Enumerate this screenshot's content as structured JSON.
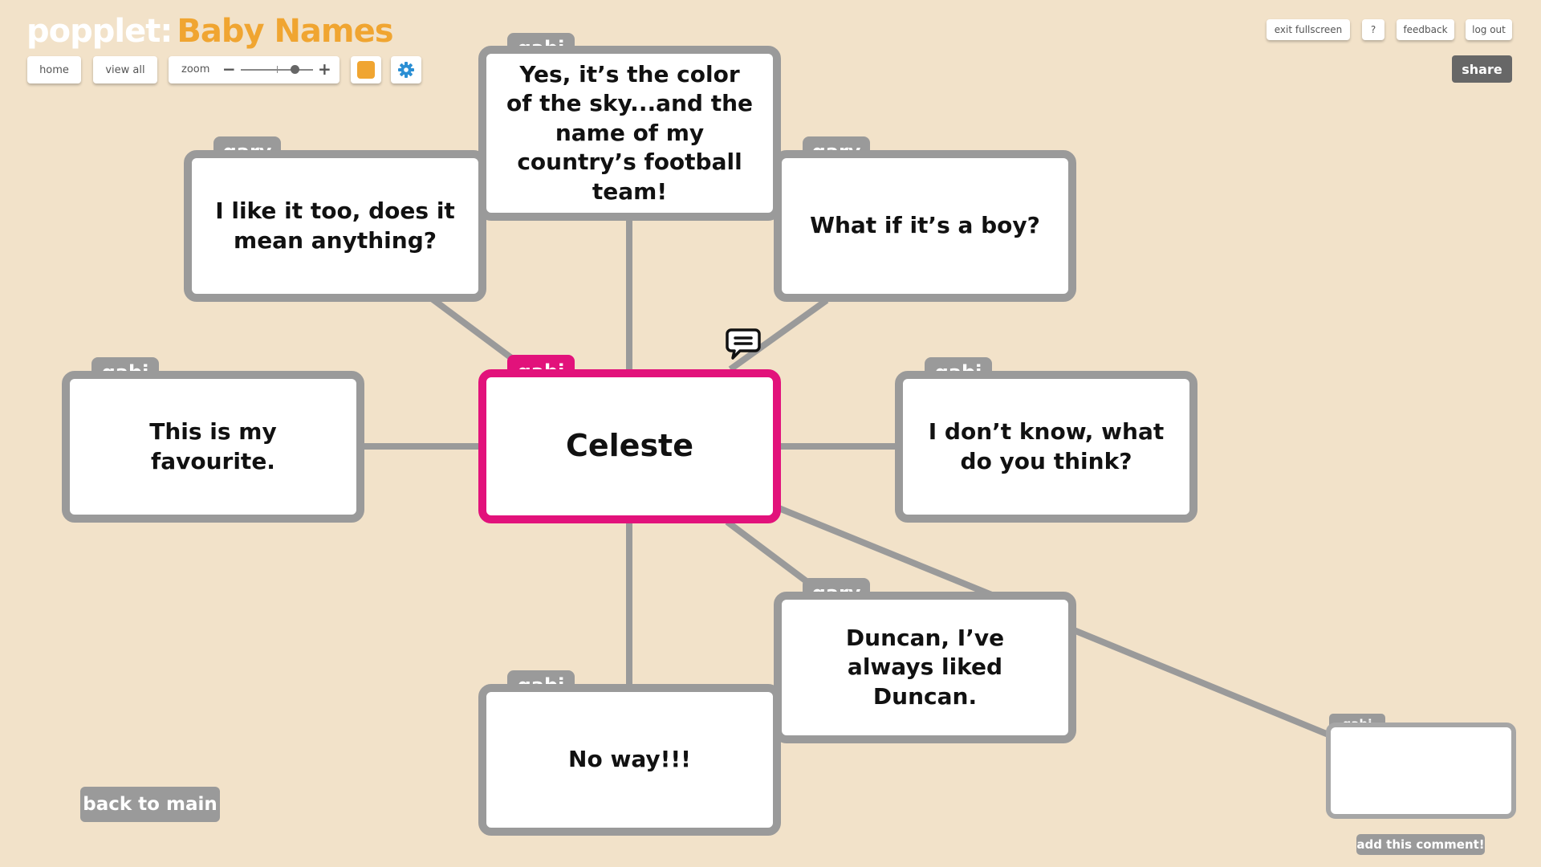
{
  "app": {
    "logo": "popplet:",
    "board_title": "Baby Names"
  },
  "colors": {
    "background": "#f2e2c9",
    "accent": "#f0a531",
    "selected_border": "#e2127b",
    "popple_border": "#9a9a9a",
    "share_button": "#676767",
    "color_swatch": "#f0a531",
    "gear": "#2b8fd4"
  },
  "toolbar": {
    "home_label": "home",
    "view_all_label": "view all",
    "zoom_label": "zoom",
    "zoom_minus": "−",
    "zoom_plus": "+",
    "zoom_level_fraction": 0.75,
    "color_icon": "color-swatch-icon",
    "settings_icon": "gear-icon"
  },
  "top_right": {
    "exit_fullscreen_label": "exit fullscreen",
    "help_label": "?",
    "feedback_label": "feedback",
    "log_out_label": "log out",
    "share_label": "share"
  },
  "popples": [
    {
      "id": "center",
      "author": "gabi",
      "text": "Celeste",
      "selected": true
    },
    {
      "id": "top",
      "author": "gabi",
      "text": "Yes, it’s the color of the sky...and the name of my country’s football team!"
    },
    {
      "id": "top-left",
      "author": "gary",
      "text": "I like it too, does it mean anything?"
    },
    {
      "id": "top-right",
      "author": "gary",
      "text": "What if it’s a boy?"
    },
    {
      "id": "left",
      "author": "gabi",
      "text": "This is my favourite."
    },
    {
      "id": "right",
      "author": "gabi",
      "text": "I don’t know, what do you think?"
    },
    {
      "id": "bottom-right",
      "author": "gary",
      "text": "Duncan, I’ve always liked Duncan."
    },
    {
      "id": "bottom",
      "author": "gabi",
      "text": "No way!!!"
    }
  ],
  "comment": {
    "author": "gabi",
    "icon": "speech-bubble-icon",
    "add_label": "add this comment!"
  },
  "back_label": "back to main"
}
